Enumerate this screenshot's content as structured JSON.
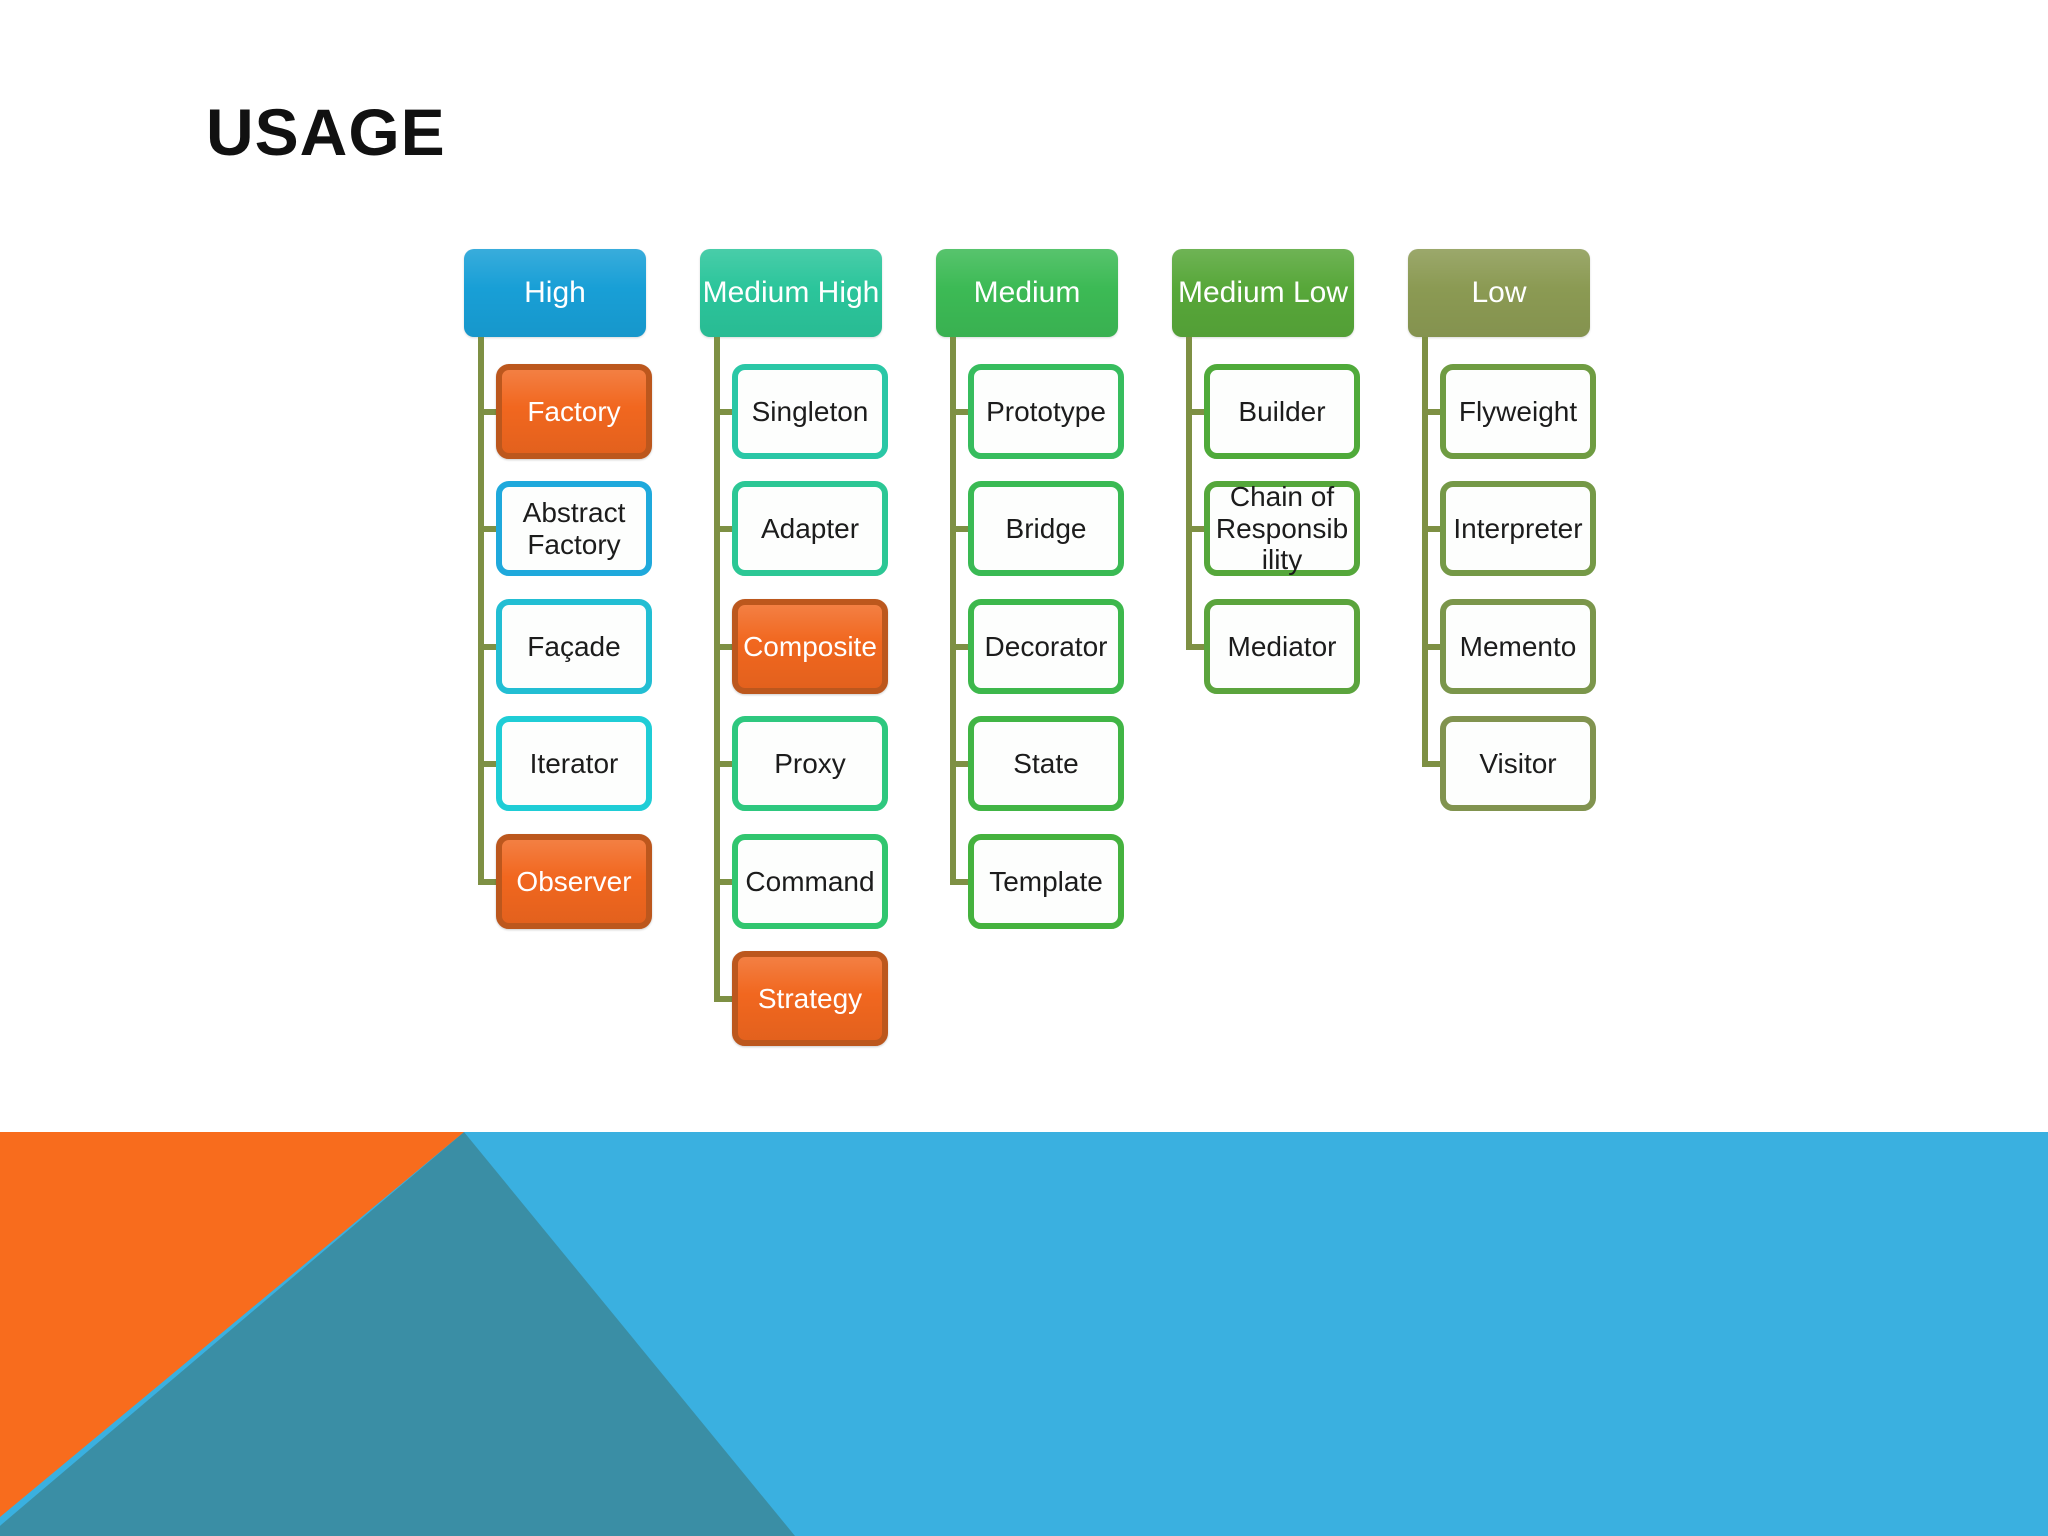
{
  "title": "USAGE",
  "columns": [
    {
      "label": "High",
      "color": "#189FD6",
      "items": [
        {
          "label": "Factory",
          "style": "orange"
        },
        {
          "label": "Abstract Factory",
          "style": "outline",
          "border": "#1FA9DC"
        },
        {
          "label": "Façade",
          "style": "outline",
          "border": "#22BED3"
        },
        {
          "label": "Iterator",
          "style": "outline",
          "border": "#1FCDD6"
        },
        {
          "label": "Observer",
          "style": "orange"
        }
      ]
    },
    {
      "label": "Medium High",
      "color": "#2BC59B",
      "items": [
        {
          "label": "Singleton",
          "style": "outline",
          "border": "#2AC7A6"
        },
        {
          "label": "Adapter",
          "style": "outline",
          "border": "#2CC795"
        },
        {
          "label": "Composite",
          "style": "orange"
        },
        {
          "label": "Proxy",
          "style": "outline",
          "border": "#2EC87F"
        },
        {
          "label": "Command",
          "style": "outline",
          "border": "#31C66F"
        },
        {
          "label": "Strategy",
          "style": "orange"
        }
      ]
    },
    {
      "label": "Medium",
      "color": "#3CBA55",
      "items": [
        {
          "label": "Prototype",
          "style": "outline",
          "border": "#37BD5E"
        },
        {
          "label": "Bridge",
          "style": "outline",
          "border": "#3ABA54"
        },
        {
          "label": "Decorator",
          "style": "outline",
          "border": "#3DB84C"
        },
        {
          "label": "State",
          "style": "outline",
          "border": "#41B545"
        },
        {
          "label": "Template",
          "style": "outline",
          "border": "#45B23E"
        }
      ]
    },
    {
      "label": "Medium Low",
      "color": "#57A739",
      "items": [
        {
          "label": "Builder",
          "style": "outline",
          "border": "#4FAA3A"
        },
        {
          "label": "Chain of Responsibility",
          "style": "outline",
          "border": "#55A73B"
        },
        {
          "label": "Mediator",
          "style": "outline",
          "border": "#5BA43D"
        }
      ]
    },
    {
      "label": "Low",
      "color": "#8B9A53",
      "items": [
        {
          "label": "Flyweight",
          "style": "outline",
          "border": "#6F9C42"
        },
        {
          "label": "Interpreter",
          "style": "outline",
          "border": "#759947"
        },
        {
          "label": "Memento",
          "style": "outline",
          "border": "#7B964B"
        },
        {
          "label": "Visitor",
          "style": "outline",
          "border": "#81934F"
        }
      ]
    }
  ],
  "orange_node": {
    "fill": "#F1671F",
    "border": "#BC571D"
  },
  "connector_color": "#7E9044",
  "decoration": {
    "orange": "#F86C1D",
    "teal": "#3A8EA5",
    "blue": "#3AB0E0"
  }
}
